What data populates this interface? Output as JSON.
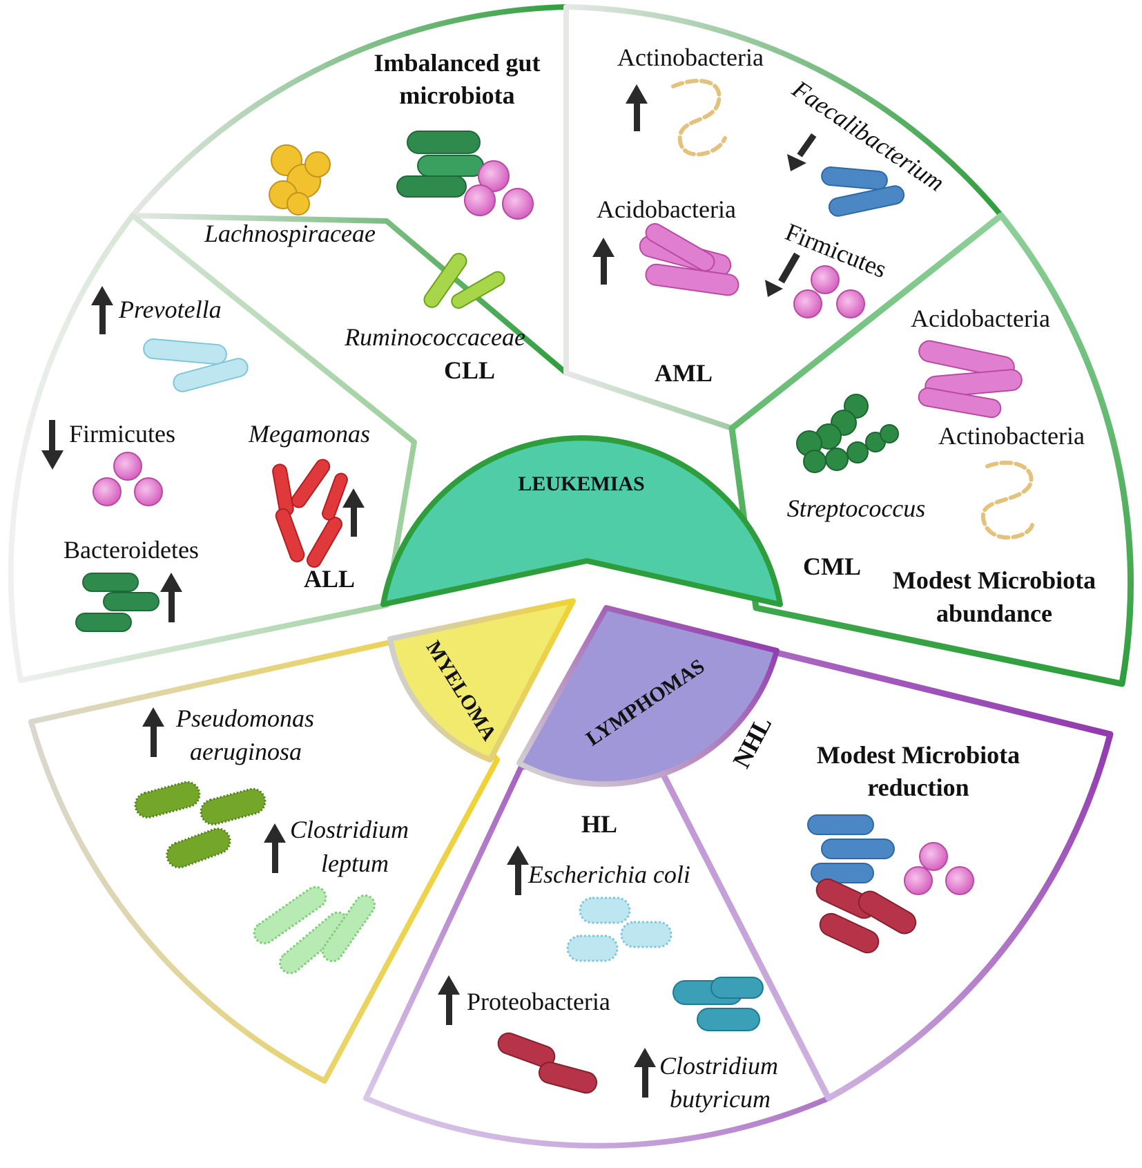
{
  "colors": {
    "leukemia_green": "#2e9e3c",
    "leukemia_hub": "#4fcda6",
    "myeloma_yellow": "#f1d233",
    "myeloma_hub": "#f2ea6c",
    "lymphoma_purple": "#8a2aa8",
    "lymphoma_hub": "#9f97d8",
    "arrow": "#2a2a2a"
  },
  "hubs": {
    "leukemias": "LEUKEMIAS",
    "myeloma": "MYELOMA",
    "lymphomas": "LYMPHOMAS"
  },
  "sections": {
    "cll": {
      "tag": "CLL",
      "heading_1": "Imbalanced gut",
      "heading_2": "microbiota",
      "taxa": [
        "Lachnospiraceae",
        "Ruminococcaceae"
      ]
    },
    "aml": {
      "tag": "AML",
      "taxa": [
        "Actinobacteria",
        "Faecalibacterium",
        "Acidobacteria",
        "Firmicutes"
      ],
      "trends": [
        "up",
        "down",
        "up",
        "down"
      ]
    },
    "cml": {
      "tag": "CML",
      "heading_1": "Modest Microbiota",
      "heading_2": "abundance",
      "taxa": [
        "Acidobacteria",
        "Actinobacteria",
        "Streptococcus"
      ]
    },
    "all": {
      "tag": "ALL",
      "taxa": [
        "Prevotella",
        "Firmicutes",
        "Megamonas",
        "Bacteroidetes"
      ],
      "trends": [
        "up",
        "down",
        "up",
        "up"
      ]
    },
    "myeloma": {
      "taxa_lines": [
        "Pseudomonas",
        "aeruginosa",
        "Clostridium",
        "leptum"
      ],
      "trends": [
        "up",
        "up"
      ]
    },
    "hl": {
      "tag": "HL",
      "taxa": [
        "Escherichia coli",
        "Proteobacteria"
      ],
      "clostridium_lines": [
        "Clostridium",
        "butyricum"
      ],
      "trends": [
        "up",
        "up",
        "up"
      ]
    },
    "nhl": {
      "tag": "NHL",
      "heading_1": "Modest Microbiota",
      "heading_2": "reduction"
    }
  }
}
